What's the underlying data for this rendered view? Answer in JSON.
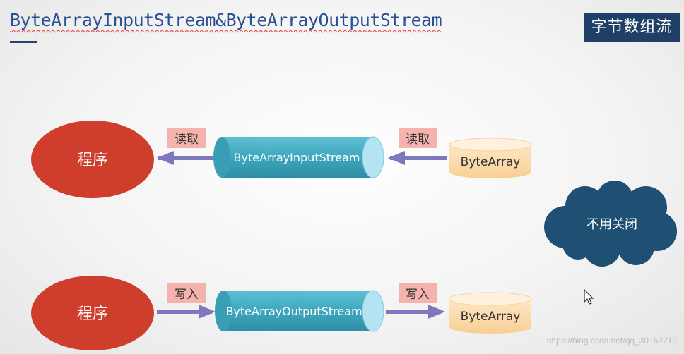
{
  "title": "ByteArrayInputStream&ByteArrayOutputStream",
  "badge": "字节数组流",
  "diagram": {
    "read_row": {
      "program": "程序",
      "stream": "ByteArrayInputStream",
      "source": "ByteArray",
      "label_left": "读取",
      "label_right": "读取"
    },
    "write_row": {
      "program": "程序",
      "stream": "ByteArrayOutputStream",
      "target": "ByteArray",
      "label_left": "写入",
      "label_right": "写入"
    },
    "cloud": "不用关闭"
  },
  "watermark": "https://blog.csdn.net/qq_30162219",
  "colors": {
    "program_fill": "#cf3e2c",
    "stream_fill": "#3ea7be",
    "stream_cap": "#b4e3f2",
    "bytearray_fill": "#fce0b7",
    "bytearray_cap": "#fef2df",
    "arrow": "#7f78be",
    "label_bg": "#f5b3ad",
    "cloud": "#1f4f72",
    "title": "#2a4f94",
    "badge_bg": "#1f3f66"
  }
}
